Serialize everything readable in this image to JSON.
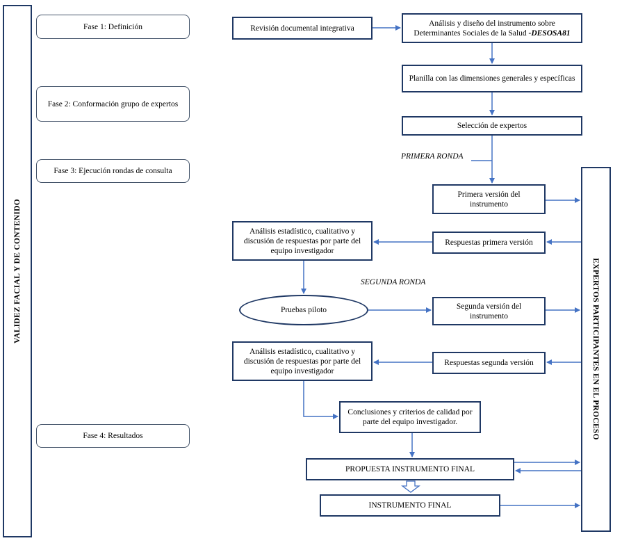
{
  "left_label": "VALIDEZ FACIAL Y DE CONTENIDO",
  "right_label": "EXPERTOS PARTICIPANTES EN EL PROCESO",
  "phases": [
    "Fase 1: Definición",
    "Fase 2: Conformación grupo de expertos",
    "Fase 3: Ejecución rondas de consulta",
    "Fase 4: Resultados"
  ],
  "rounds": {
    "first": "PRIMERA RONDA",
    "second": "SEGUNDA RONDA"
  },
  "nodes": {
    "revision": "Revisión documental integrativa",
    "analisis_diseno": "Análisis y diseño del instrumento sobre Determinantes Sociales de la Salud",
    "analisis_diseno_code": "-DESOSA81",
    "planilla": "Planilla con las dimensiones generales y específicas",
    "seleccion": "Selección de expertos",
    "primera_version": "Primera versión del instrumento",
    "respuestas_primera": "Respuestas primera versión",
    "analisis_1": "Análisis estadístico, cualitativo y discusión de respuestas por parte del equipo investigador",
    "pruebas_piloto": "Pruebas piloto",
    "segunda_version": "Segunda versión del instrumento",
    "respuestas_segunda": "Respuestas segunda versión",
    "analisis_2": "Análisis estadístico, cualitativo y discusión de respuestas por parte del equipo investigador",
    "conclusiones": "Conclusiones y criterios de calidad por parte del equipo investigador.",
    "propuesta_final": "PROPUESTA INSTRUMENTO FINAL",
    "instrumento_final": "INSTRUMENTO FINAL"
  },
  "colors": {
    "box_border": "#1f3864",
    "arrow": "#4472c4",
    "phase_border": "#44546a"
  }
}
